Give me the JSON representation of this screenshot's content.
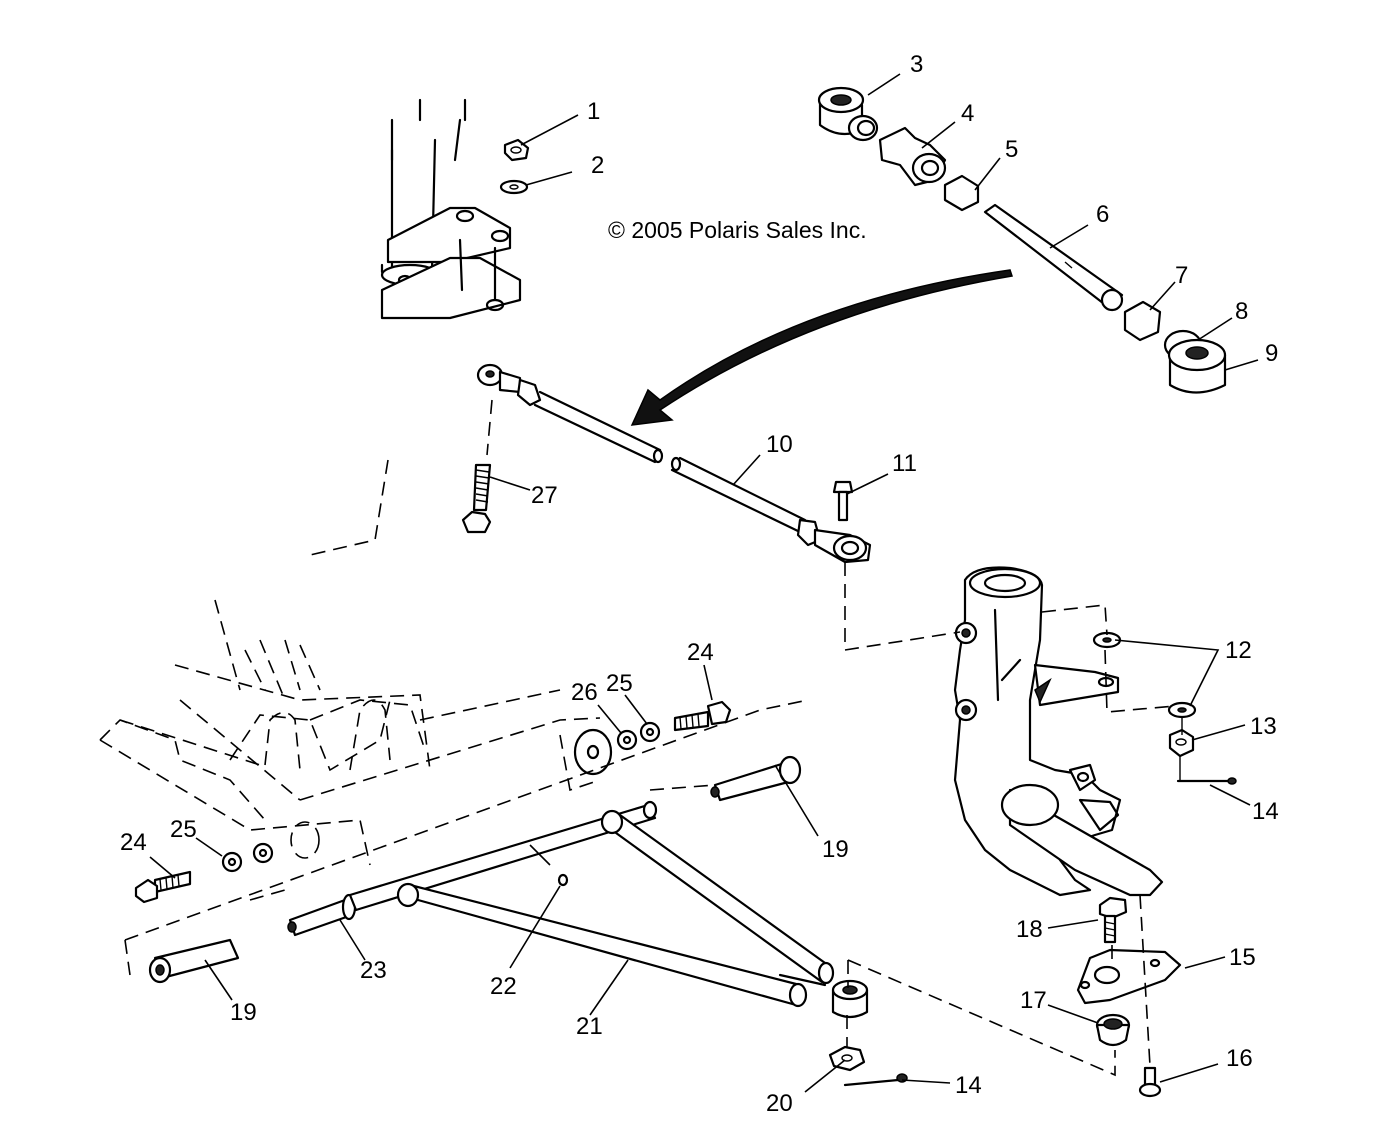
{
  "copyright": "© 2005 Polaris Sales Inc.",
  "callouts": [
    "1",
    "2",
    "3",
    "4",
    "5",
    "6",
    "7",
    "8",
    "9",
    "10",
    "11",
    "12",
    "13",
    "14",
    "14",
    "15",
    "16",
    "17",
    "18",
    "19",
    "19",
    "20",
    "21",
    "22",
    "23",
    "24",
    "24",
    "25",
    "25",
    "26",
    "27"
  ],
  "parts": [
    "steering-post",
    "steering-bracket",
    "nut",
    "washer",
    "rod-end-3",
    "rod-end-4",
    "jam-nut-5",
    "tie-rod-6",
    "jam-nut-7",
    "washer-8",
    "rod-end-9",
    "tie-rod-assembly",
    "bolt",
    "spindle",
    "washer-12",
    "nut-13",
    "cotter-pin",
    "ball-joint-plate",
    "screw",
    "ball-joint-cap",
    "bolt-18",
    "bushing",
    "castle-nut",
    "a-arm",
    "grease-fitting",
    "pivot-tube",
    "bolt-24",
    "washer-25",
    "washer-26",
    "bolt-27",
    "frame"
  ]
}
